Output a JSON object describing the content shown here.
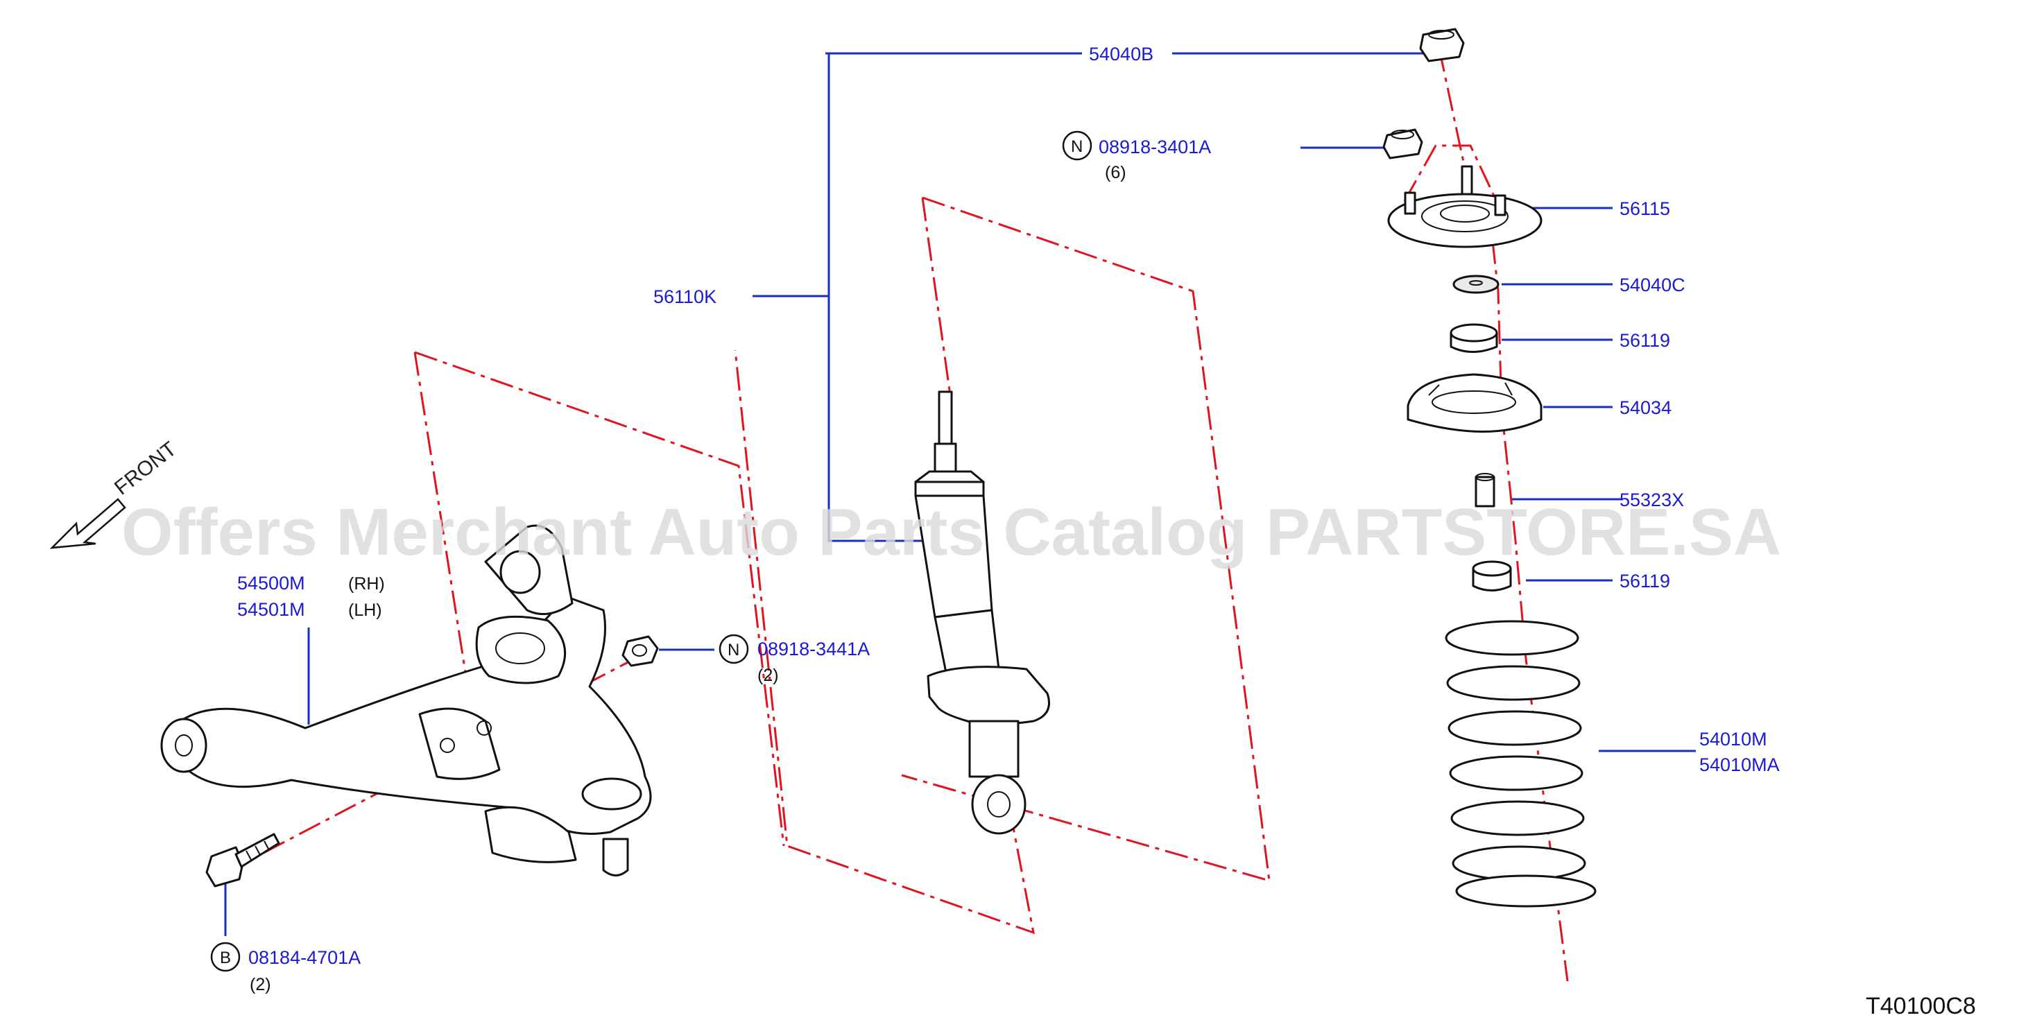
{
  "labels": {
    "p54040B": "54040B",
    "p08918_3401A": "08918-3401A",
    "qty6": "(6)",
    "p56115": "56115",
    "p54040C": "54040C",
    "p56119a": "56119",
    "p56110K": "56110K",
    "p54034": "54034",
    "p55323X": "55323X",
    "p56119b": "56119",
    "p54500M": "54500M",
    "rh": "(RH)",
    "p54501M": "54501M",
    "lh": "(LH)",
    "p08918_3441A": "08918-3441A",
    "qty2a": "(2)",
    "p54010M": "54010M",
    "p54010MA": "54010MA",
    "p08184_4701A": "08184-4701A",
    "qty2b": "(2)",
    "front": "FRONT",
    "diagram_code": "T40100C8"
  },
  "badges": {
    "n1": "N",
    "n2": "N",
    "b1": "B"
  },
  "watermark": "Offers Merchant Auto Parts Catalog PARTSTORE.SA",
  "colors": {
    "label_blue": "#1a1ad6",
    "leader_blue": "#1a2fbf",
    "centerline_red": "#e0141e",
    "outline_black": "#111111"
  }
}
